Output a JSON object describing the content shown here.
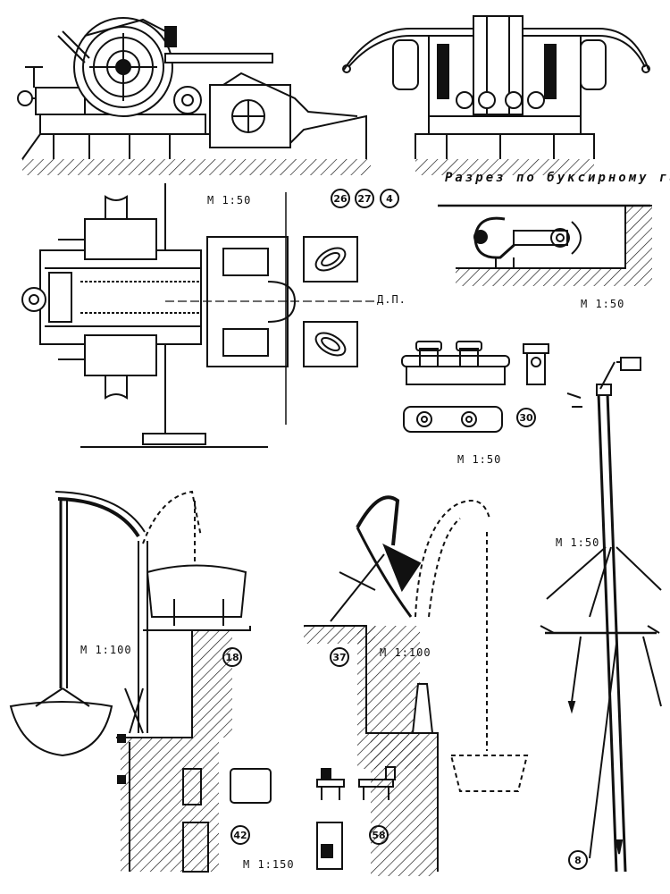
{
  "section_title": "Разрез по буксирному гаку",
  "badges": [
    "26",
    "27",
    "4",
    "30",
    "18",
    "37",
    "42",
    "58",
    "8"
  ],
  "scales": {
    "plan": "М 1:50",
    "hook": "М 1:50",
    "bollard": "М 1:50",
    "mast": "М 1:50",
    "davit_left": "М 1:100",
    "davit_right": "М 1:100",
    "small_parts": "М 1:150"
  },
  "centerline": "Д.П."
}
